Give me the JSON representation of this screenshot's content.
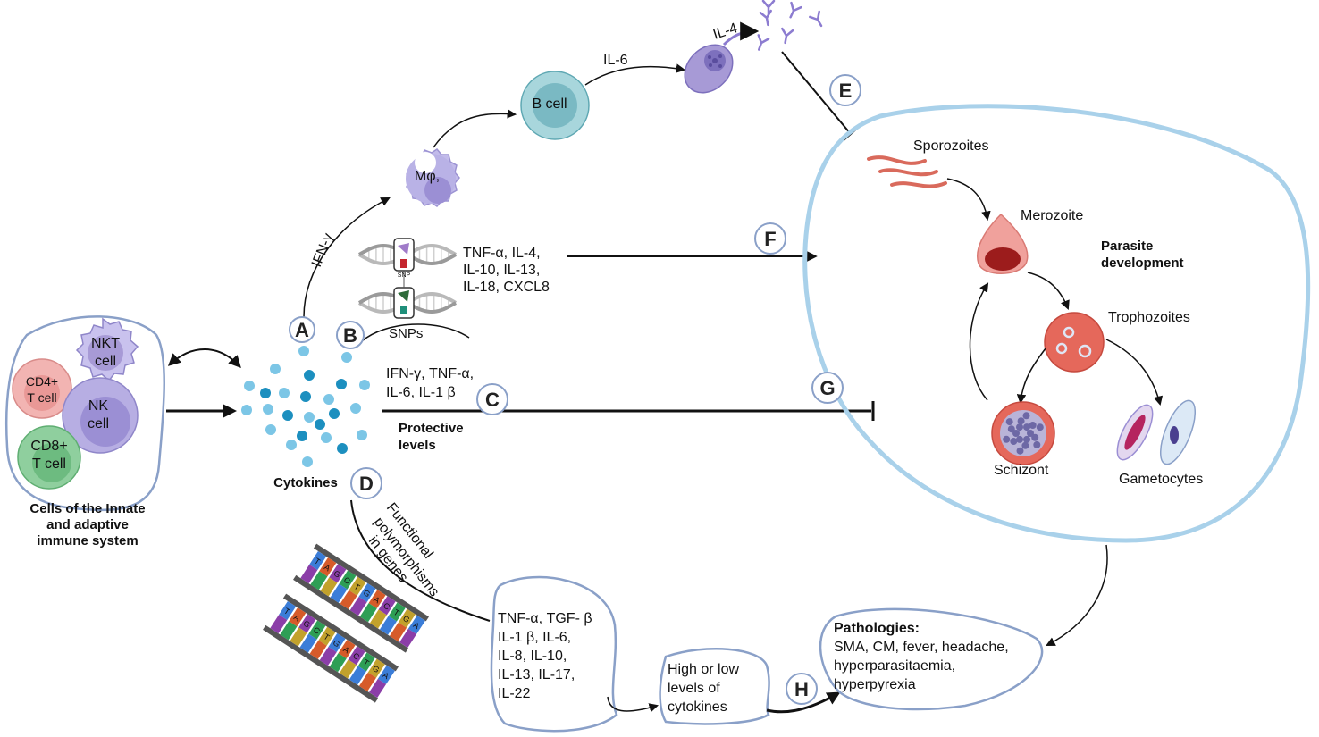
{
  "colors": {
    "outline": "#8aa0c8",
    "parasite_outline": "#a9d1ea",
    "cytokine_light": "#7cc6e6",
    "cytokine_dark": "#1c8fbf",
    "bcell": "#8ccad2",
    "macrophage": "#b9b2e6",
    "plasma": "#a79ad6",
    "rbc": "#e5685b",
    "merozoite": "#f0a19c",
    "cd4": "#f2b4b2",
    "cd8": "#8fcf9e",
    "nk": "#b7aee3"
  },
  "immune_cells": {
    "nkt": "NKT\ncell",
    "cd4": "CD4+\nT cell",
    "nk": "NK\ncell",
    "cd8": "CD8+\nT cell",
    "caption": [
      "Cells of the Innate",
      "and adaptive",
      "immune system"
    ]
  },
  "cytokines_label": "Cytokines",
  "macrophage_label": "Mφ,",
  "bcell_label": "B cell",
  "il6_label": "IL-6",
  "il4_label": "IL-4",
  "ifng_label": "IFN-γ",
  "snp_small": "SNP",
  "snps_label": "SNPs",
  "branch_b_cytokines": [
    "TNF-α, IL-4,",
    "IL-10, IL-13,",
    "IL-18, CXCL8"
  ],
  "branch_c_cytokines": [
    "IFN-γ, TNF-α,",
    "IL-6, IL-1 β"
  ],
  "protective_levels": [
    "Protective",
    "levels"
  ],
  "functional_polymorphisms": [
    "Functional",
    "polymorphisms",
    "in genes"
  ],
  "branch_d_cytokines": [
    "TNF-α, TGF- β",
    "IL-1 β, IL-6,",
    "IL-8, IL-10,",
    "IL-13, IL-17,",
    "IL-22"
  ],
  "levels_label": [
    "High or low",
    "levels of",
    "cytokines"
  ],
  "parasite": {
    "sporozoites": "Sporozoites",
    "merozoite": "Merozoite",
    "development": [
      "Parasite",
      "development"
    ],
    "trophozoites": "Trophozoites",
    "schizont": "Schizont",
    "gametocytes": "Gametocytes"
  },
  "pathologies": {
    "title": "Pathologies:",
    "lines": [
      "SMA, CM, fever, headache,",
      "hyperparasitaemia,",
      "hyperpyrexia"
    ]
  },
  "letters": [
    "A",
    "B",
    "C",
    "D",
    "E",
    "F",
    "G",
    "H"
  ],
  "dna_letters": [
    "T",
    "A",
    "G",
    "C",
    "T",
    "G",
    "A",
    "C",
    "T",
    "G",
    "A"
  ]
}
